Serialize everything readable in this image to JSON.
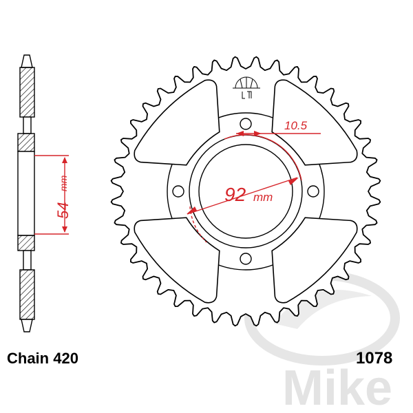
{
  "diagram": {
    "chain_label": "Chain 420",
    "part_number": "1078",
    "watermark_text": "Mike",
    "dimensions": {
      "bolt_circle_value": "92",
      "bolt_circle_unit": "mm",
      "bolt_hole_value": "10.5",
      "width_value": "54",
      "width_unit": "mm"
    },
    "sprocket": {
      "teeth": 40,
      "bolt_holes": 4,
      "lightening_cutouts": 4
    },
    "colors": {
      "outline": "#000000",
      "dimension": "#d6252a",
      "watermark": "#e3e3e3",
      "hatch": "#000000"
    }
  }
}
